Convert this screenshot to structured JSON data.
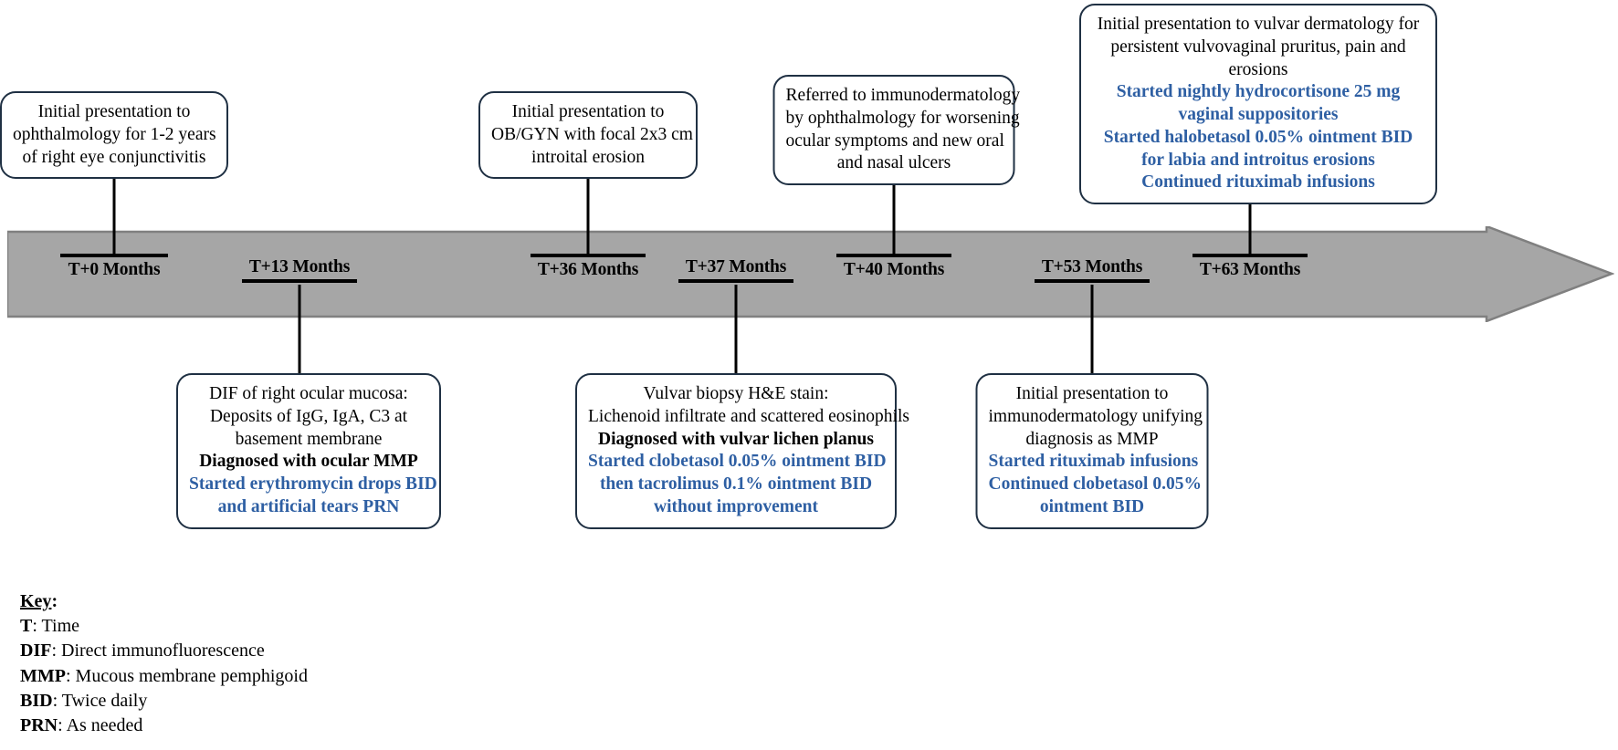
{
  "diagram": {
    "title": "Clinical course timeline of mucous membrane pemphigoid",
    "type": "timeline",
    "accent_blue": "#2E5FA3",
    "box_border_color": "#1F3043",
    "arrow_fill": "#A6A6A6",
    "arrow_stroke": "#808080"
  },
  "timeline": {
    "ticks": [
      {
        "id": "t0",
        "label": "T+0 Months",
        "position": "above"
      },
      {
        "id": "t13",
        "label": "T+13 Months",
        "position": "below"
      },
      {
        "id": "t36",
        "label": "T+36 Months",
        "position": "above"
      },
      {
        "id": "t37",
        "label": "T+37 Months",
        "position": "below"
      },
      {
        "id": "t40",
        "label": "T+40 Months",
        "position": "above"
      },
      {
        "id": "t53",
        "label": "T+53 Months",
        "position": "below"
      },
      {
        "id": "t63",
        "label": "T+63 Months",
        "position": "above"
      }
    ]
  },
  "events": [
    {
      "id": "event-t0",
      "tick": "T+0 Months",
      "side": "above",
      "lines": [
        {
          "text": "Initial presentation to",
          "style": "plain"
        },
        {
          "text": "ophthalmology for 1-2 years",
          "style": "plain"
        },
        {
          "text": "of right eye conjunctivitis",
          "style": "plain"
        }
      ]
    },
    {
      "id": "event-t13",
      "tick": "T+13 Months",
      "side": "below",
      "lines": [
        {
          "text": "DIF of right ocular mucosa:",
          "style": "plain"
        },
        {
          "text": "Deposits of IgG, IgA, C3 at",
          "style": "plain"
        },
        {
          "text": "basement membrane",
          "style": "plain"
        },
        {
          "text": "Diagnosed with ocular MMP",
          "style": "bold"
        },
        {
          "text": "Started erythromycin drops BID",
          "style": "blue"
        },
        {
          "text": "and artificial tears PRN",
          "style": "blue"
        }
      ]
    },
    {
      "id": "event-t36",
      "tick": "T+36 Months",
      "side": "above",
      "lines": [
        {
          "text": "Initial presentation to",
          "style": "plain"
        },
        {
          "text": "OB/GYN with focal 2x3 cm",
          "style": "plain"
        },
        {
          "text": "introital erosion",
          "style": "plain"
        }
      ]
    },
    {
      "id": "event-t37",
      "tick": "T+37 Months",
      "side": "below",
      "lines": [
        {
          "text": "Vulvar biopsy H&E stain:",
          "style": "plain"
        },
        {
          "text": "Lichenoid infiltrate and scattered eosinophils",
          "style": "plain"
        },
        {
          "text": "Diagnosed with vulvar lichen planus",
          "style": "bold"
        },
        {
          "text": "Started clobetasol 0.05% ointment BID",
          "style": "blue"
        },
        {
          "text": "then tacrolimus 0.1% ointment BID",
          "style": "blue"
        },
        {
          "text": "without improvement",
          "style": "blue"
        }
      ]
    },
    {
      "id": "event-t40",
      "tick": "T+40 Months",
      "side": "above",
      "lines": [
        {
          "text": "Referred to immunodermatology",
          "style": "plain"
        },
        {
          "text": "by ophthalmology for worsening",
          "style": "plain"
        },
        {
          "text": "ocular symptoms and new oral",
          "style": "plain"
        },
        {
          "text": "and nasal ulcers",
          "style": "plain"
        }
      ]
    },
    {
      "id": "event-t53",
      "tick": "T+53 Months",
      "side": "below",
      "lines": [
        {
          "text": "Initial presentation to",
          "style": "plain"
        },
        {
          "text": "immunodermatology unifying",
          "style": "plain"
        },
        {
          "text": "diagnosis as MMP",
          "style": "plain"
        },
        {
          "text": "Started rituximab infusions",
          "style": "blue"
        },
        {
          "text": "Continued clobetasol 0.05%",
          "style": "blue"
        },
        {
          "text": "ointment BID",
          "style": "blue"
        }
      ]
    },
    {
      "id": "event-t63",
      "tick": "T+63 Months",
      "side": "above",
      "lines": [
        {
          "text": "Initial presentation to vulvar dermatology for",
          "style": "plain"
        },
        {
          "text": "persistent vulvovaginal pruritus, pain and",
          "style": "plain"
        },
        {
          "text": "erosions",
          "style": "plain"
        },
        {
          "text": "Started nightly hydrocortisone 25 mg",
          "style": "blue"
        },
        {
          "text": "vaginal suppositories",
          "style": "blue"
        },
        {
          "text": "Started halobetasol 0.05% ointment BID",
          "style": "blue"
        },
        {
          "text": "for labia and introitus erosions",
          "style": "blue"
        },
        {
          "text": "Continued rituximab infusions",
          "style": "blue"
        }
      ]
    }
  ],
  "key": {
    "title": "Key",
    "title_suffix": ":",
    "entries": [
      {
        "abbr": "T",
        "definition": "Time"
      },
      {
        "abbr": "DIF",
        "definition": "Direct immunofluorescence"
      },
      {
        "abbr": "MMP",
        "definition": "Mucous membrane pemphigoid"
      },
      {
        "abbr": "BID",
        "definition": "Twice daily"
      },
      {
        "abbr": "PRN",
        "definition": "As needed"
      }
    ]
  }
}
